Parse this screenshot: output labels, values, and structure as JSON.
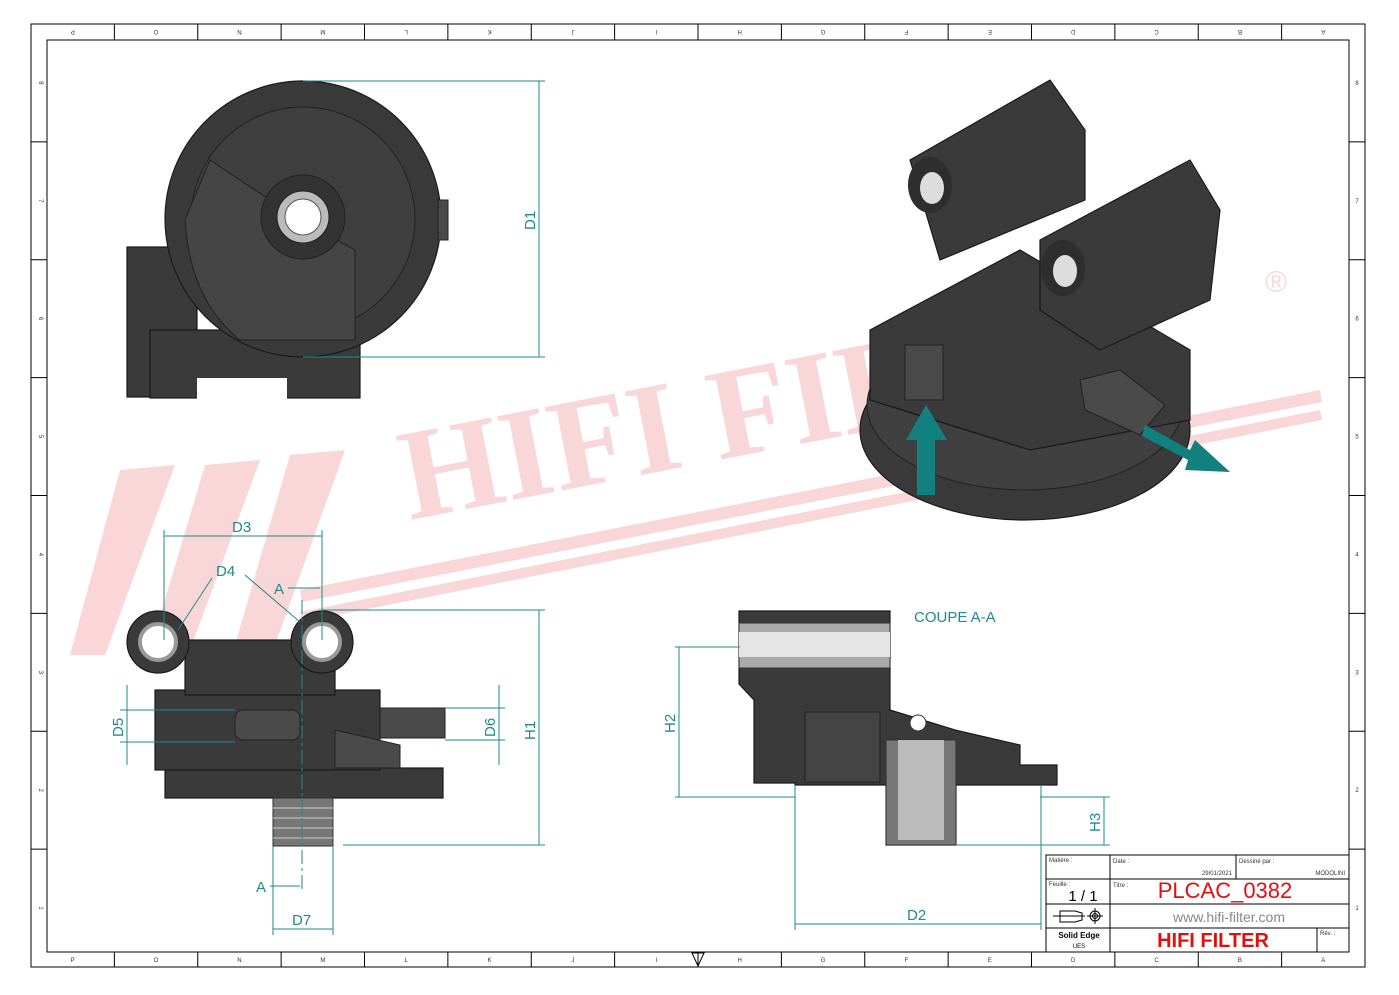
{
  "border": {
    "columns": [
      "P",
      "O",
      "N",
      "M",
      "L",
      "K",
      "J",
      "I",
      "H",
      "G",
      "F",
      "E",
      "D",
      "C",
      "B",
      "A"
    ],
    "rows": [
      "8",
      "7",
      "6",
      "5",
      "4",
      "3",
      "2",
      "1"
    ]
  },
  "watermark": {
    "text": "HIFI FILTER",
    "registered": "®",
    "color": "#f5b5b8"
  },
  "dimensions": {
    "d1": "D1",
    "d2": "D2",
    "d3": "D3",
    "d4": "D4",
    "d5": "D5",
    "d6": "D6",
    "d7": "D7",
    "h1": "H1",
    "h2": "H2",
    "h3": "H3",
    "section_mark": "A"
  },
  "section_label": "COUPE A-A",
  "colors": {
    "dimension": "#1f8a8a",
    "arrow": "#138080",
    "part": "#3a3a3a",
    "title_red": "#e01010"
  },
  "title_block": {
    "matiere_label": "Matière :",
    "date_label": "Date :",
    "date": "29/01/2021",
    "drawn_by_label": "Dessiné par :",
    "drawn_by": "MODOLINI",
    "sheet_label": "Feuille :",
    "sheet": "1 / 1",
    "title_label": "Titre :",
    "title": "PLCAC_0382",
    "website": "www.hifi-filter.com",
    "software": "Solid Edge",
    "format": "UES",
    "company": "HIFI FILTER",
    "rev_label": "Rév. :"
  }
}
